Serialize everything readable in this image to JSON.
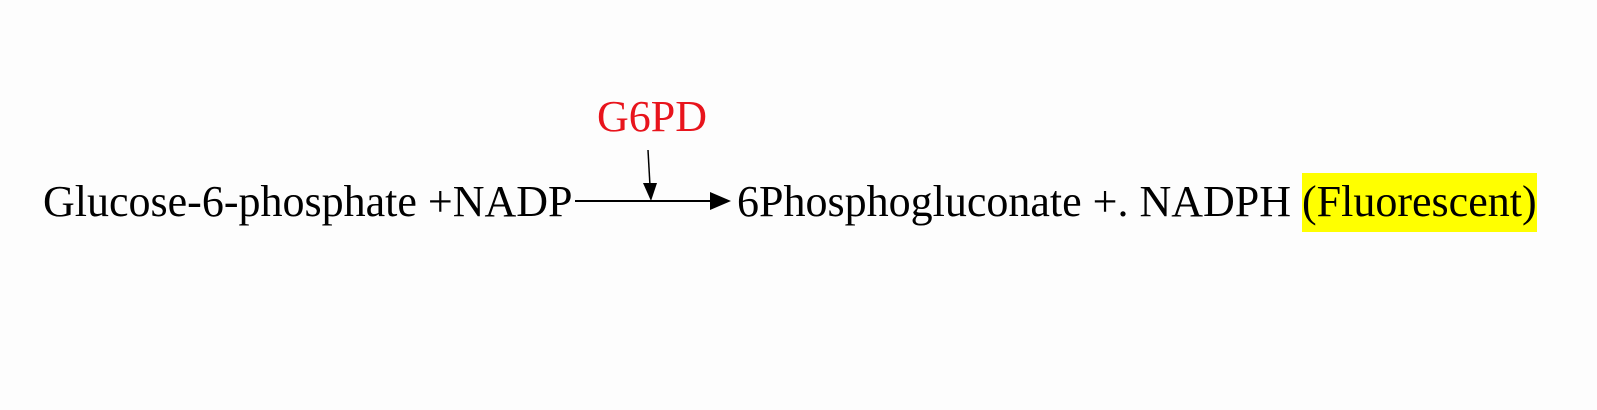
{
  "reaction": {
    "substrates": "Glucose-6-phosphate +NADP",
    "enzyme": "G6PD",
    "products": "6Phosphogluconate +. NADPH ",
    "highlight_note": "(Fluorescent)"
  },
  "colors": {
    "enzyme": "#e8141c",
    "highlight": "#ffff00",
    "text": "#000000"
  }
}
